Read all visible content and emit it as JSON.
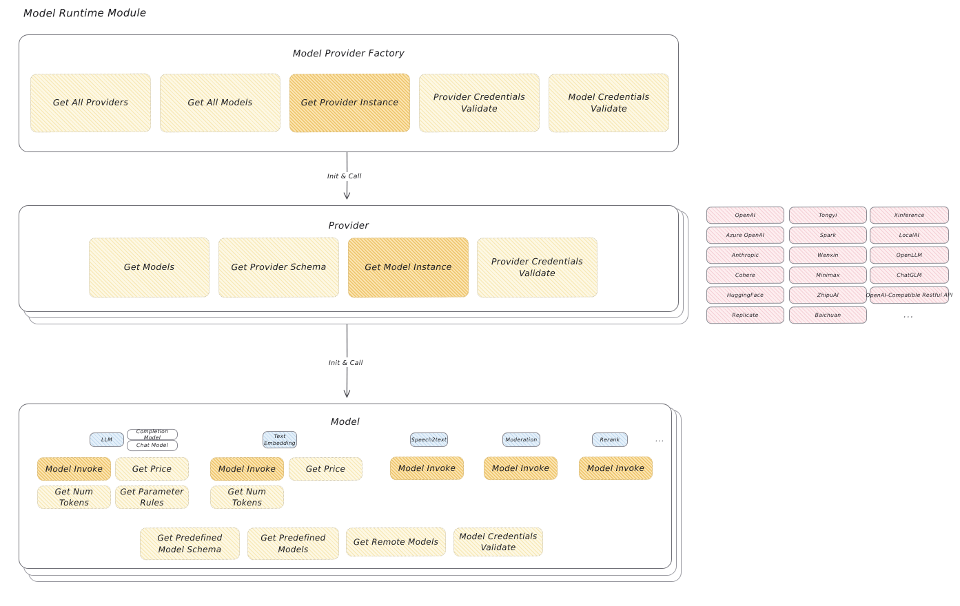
{
  "page": {
    "title": "Model Runtime Module"
  },
  "factory": {
    "title": "Model Provider Factory",
    "boxes": [
      {
        "label": "Get All Providers",
        "highlighted": false
      },
      {
        "label": "Get All Models",
        "highlighted": false
      },
      {
        "label": "Get Provider Instance",
        "highlighted": true
      },
      {
        "label": "Provider Credentials Validate",
        "highlighted": false
      },
      {
        "label": "Model Credentials Validate",
        "highlighted": false
      }
    ]
  },
  "arrows": [
    {
      "label": "Init & Call"
    },
    {
      "label": "Init & Call"
    }
  ],
  "provider": {
    "title": "Provider",
    "boxes": [
      {
        "label": "Get Models",
        "highlighted": false
      },
      {
        "label": "Get Provider Schema",
        "highlighted": false
      },
      {
        "label": "Get Model Instance",
        "highlighted": true
      },
      {
        "label": "Provider Credentials Validate",
        "highlighted": false
      }
    ]
  },
  "provider_list": {
    "columns": [
      [
        "OpenAI",
        "Azure OpenAI",
        "Anthropic",
        "Cohere",
        "HuggingFace",
        "Replicate"
      ],
      [
        "Tongyi",
        "Spark",
        "Wenxin",
        "Minimax",
        "ZhipuAI",
        "Baichuan"
      ],
      [
        "Xinference",
        "LocalAI",
        "OpenLLM",
        "ChatGLM",
        "OpenAI-Compatible Restful API"
      ]
    ],
    "more": "..."
  },
  "model": {
    "title": "Model",
    "more": "...",
    "groups": [
      {
        "badges": [
          {
            "label": "LLM",
            "style": "blue"
          },
          {
            "label": "Completion Model",
            "style": "plain"
          },
          {
            "label": "Chat Model",
            "style": "plain"
          }
        ],
        "boxes": [
          {
            "label": "Model Invoke",
            "highlighted": true
          },
          {
            "label": "Get Price",
            "highlighted": false
          },
          {
            "label": "Get Num Tokens",
            "highlighted": false
          },
          {
            "label": "Get Parameter Rules",
            "highlighted": false
          }
        ]
      },
      {
        "badges": [
          {
            "label": "Text Embedding",
            "style": "blue"
          }
        ],
        "boxes": [
          {
            "label": "Model Invoke",
            "highlighted": true
          },
          {
            "label": "Get Price",
            "highlighted": false
          },
          {
            "label": "Get Num Tokens",
            "highlighted": false
          }
        ]
      },
      {
        "badges": [
          {
            "label": "Speech2text",
            "style": "blue"
          }
        ],
        "boxes": [
          {
            "label": "Model Invoke",
            "highlighted": true
          }
        ]
      },
      {
        "badges": [
          {
            "label": "Moderation",
            "style": "blue"
          }
        ],
        "boxes": [
          {
            "label": "Model Invoke",
            "highlighted": true
          }
        ]
      },
      {
        "badges": [
          {
            "label": "Rerank",
            "style": "blue"
          }
        ],
        "boxes": [
          {
            "label": "Model Invoke",
            "highlighted": true
          }
        ]
      }
    ],
    "shared_boxes": [
      {
        "label": "Get Predefined Model Schema"
      },
      {
        "label": "Get Predefined Models"
      },
      {
        "label": "Get Remote Models"
      },
      {
        "label": "Model Credentials Validate"
      }
    ]
  },
  "colors": {
    "box_fill": "#fdf8e4",
    "box_fill_highlight": "#fbe6b4",
    "chip_fill": "#fdeef0",
    "badge_blue": "#e4f0fa",
    "panel_border": "#6f6f76",
    "text": "#1b1b1f"
  }
}
